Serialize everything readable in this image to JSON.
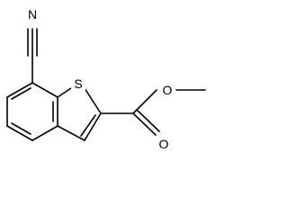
{
  "molecule": {
    "atoms": {
      "nitrile_n": "N",
      "thiophene_s": "S",
      "ester_o_single": "O",
      "ester_o_double": "O"
    }
  }
}
